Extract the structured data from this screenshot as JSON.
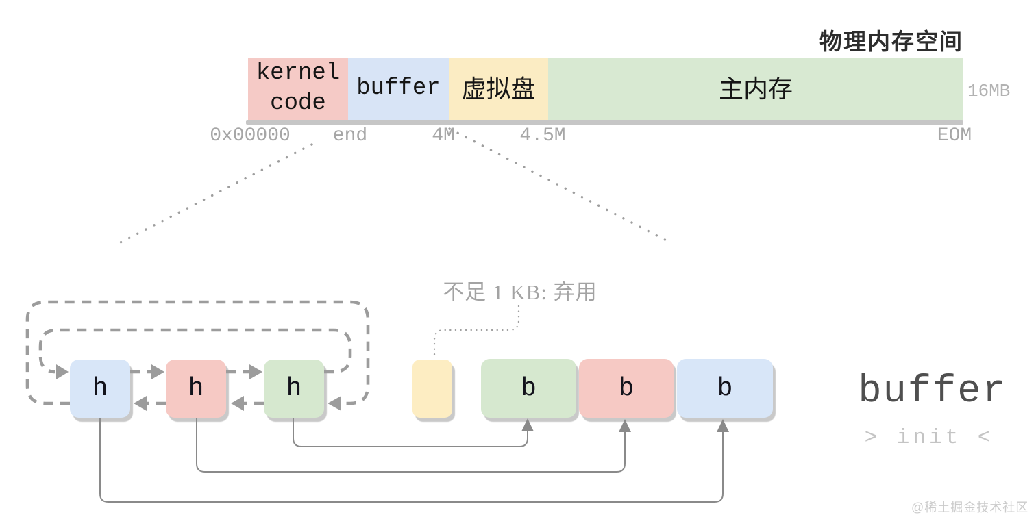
{
  "page_title": "物理内存空间",
  "memory_bar": {
    "segments": [
      {
        "label": "kernel\ncode",
        "color": "#f5cac6"
      },
      {
        "label": "buffer",
        "color": "#d8e4f6"
      },
      {
        "label": "虚拟盘",
        "color": "#fbecc3"
      },
      {
        "label": "主内存",
        "color": "#d8e9d2"
      }
    ],
    "address_labels": [
      "0x00000",
      "end",
      "4M",
      "4.5M",
      "EOM"
    ],
    "capacity_label": "16MB"
  },
  "free_list": {
    "headers": [
      {
        "label": "h",
        "color": "#d8e6f8"
      },
      {
        "label": "h",
        "color": "#f6c9c4"
      },
      {
        "label": "h",
        "color": "#d6e8cf"
      }
    ]
  },
  "buffer_blocks": {
    "discard_note": "不足 1 KB: 弃用",
    "fragment_color": "#fdedc2",
    "items": [
      {
        "label": "b",
        "color": "#d6e8cf"
      },
      {
        "label": "b",
        "color": "#f6c9c4"
      },
      {
        "label": "b",
        "color": "#d8e6f8"
      }
    ]
  },
  "caption": {
    "title": "buffer",
    "subtitle": "> init <"
  },
  "watermark": "@稀土掘金技术社区",
  "colors": {
    "dashed_loop_stroke": "#9c9c9c",
    "thin_connector_stroke": "#8a8a8a",
    "dotted_guide_stroke": "#9e9e9e",
    "address_label_gray": "#a6a6a6",
    "bar_shadow": "#c6c6c6"
  }
}
